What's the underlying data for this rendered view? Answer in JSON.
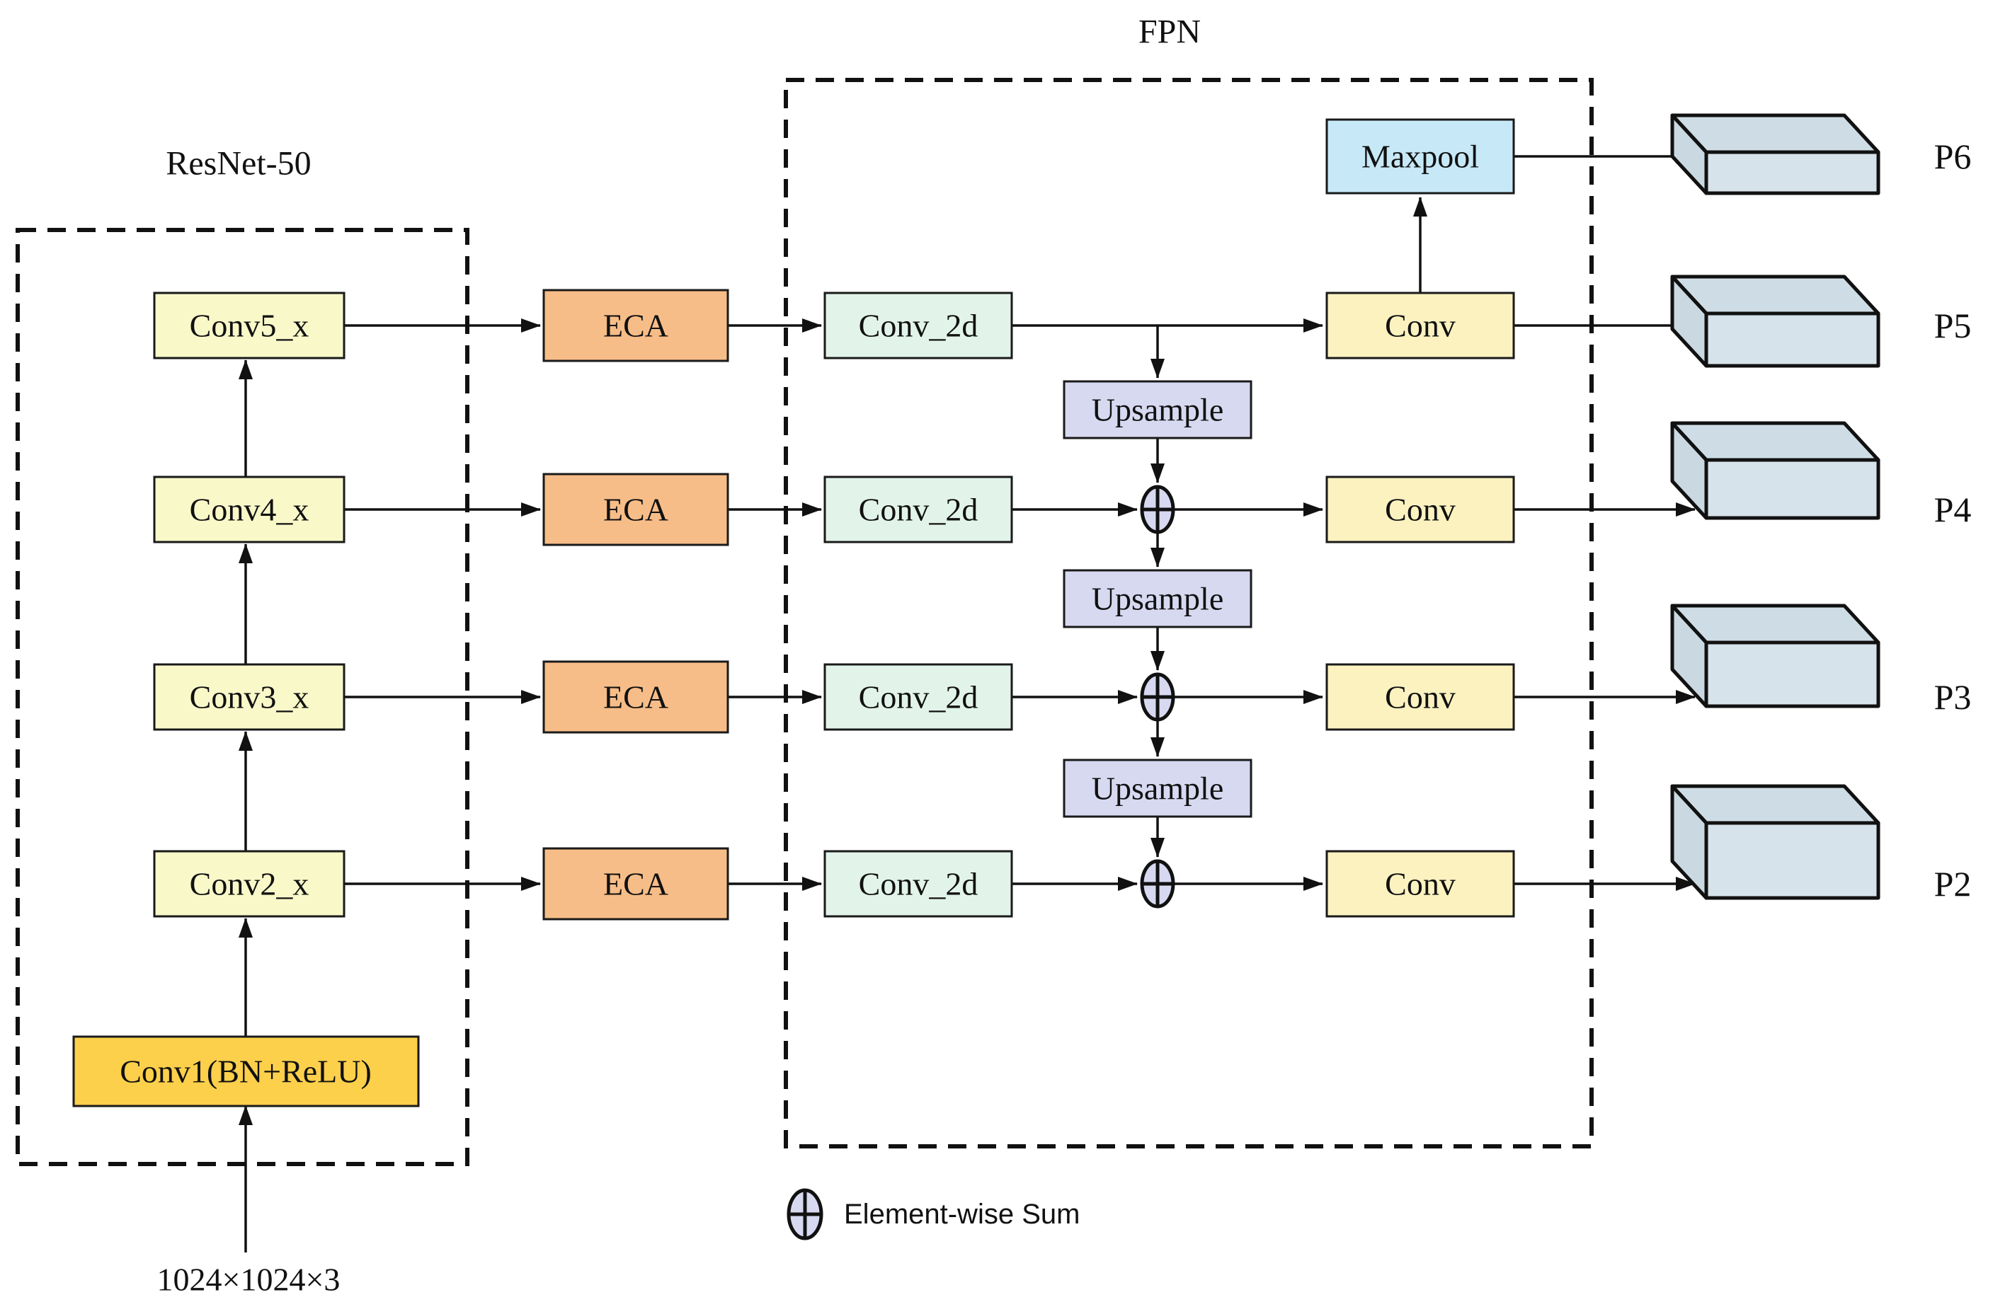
{
  "diagram": {
    "titles": {
      "backbone": "ResNet-50",
      "fpn": "FPN"
    },
    "backbone": {
      "input_size": "1024×1024×3",
      "stem": "Conv1(BN+ReLU)",
      "block2": "Conv2_x",
      "block3": "Conv3_x",
      "block4": "Conv4_x",
      "block5": "Conv5_x"
    },
    "attention": {
      "eca": "ECA"
    },
    "fpn": {
      "lateral": "Conv_2d",
      "upsample": "Upsample",
      "head": "Conv",
      "maxpool": "Maxpool"
    },
    "outputs": {
      "p6": "P6",
      "p5": "P5",
      "p4": "P4",
      "p3": "P3",
      "p2": "P2"
    },
    "legend": {
      "sum": "Element-wise Sum"
    },
    "colors": {
      "block": "#f8f8c9",
      "stem": "#fcd04b",
      "eca": "#f7bd88",
      "lateral": "#e2f4ea",
      "head": "#fbf2c0",
      "maxpool": "#c7e8f7",
      "upsample": "#d7d9f1",
      "sum": "#d7d9f1",
      "cube_front": "#d6e3ea",
      "cube_top": "#cedde5",
      "cube_side": "#cad9e1"
    }
  }
}
